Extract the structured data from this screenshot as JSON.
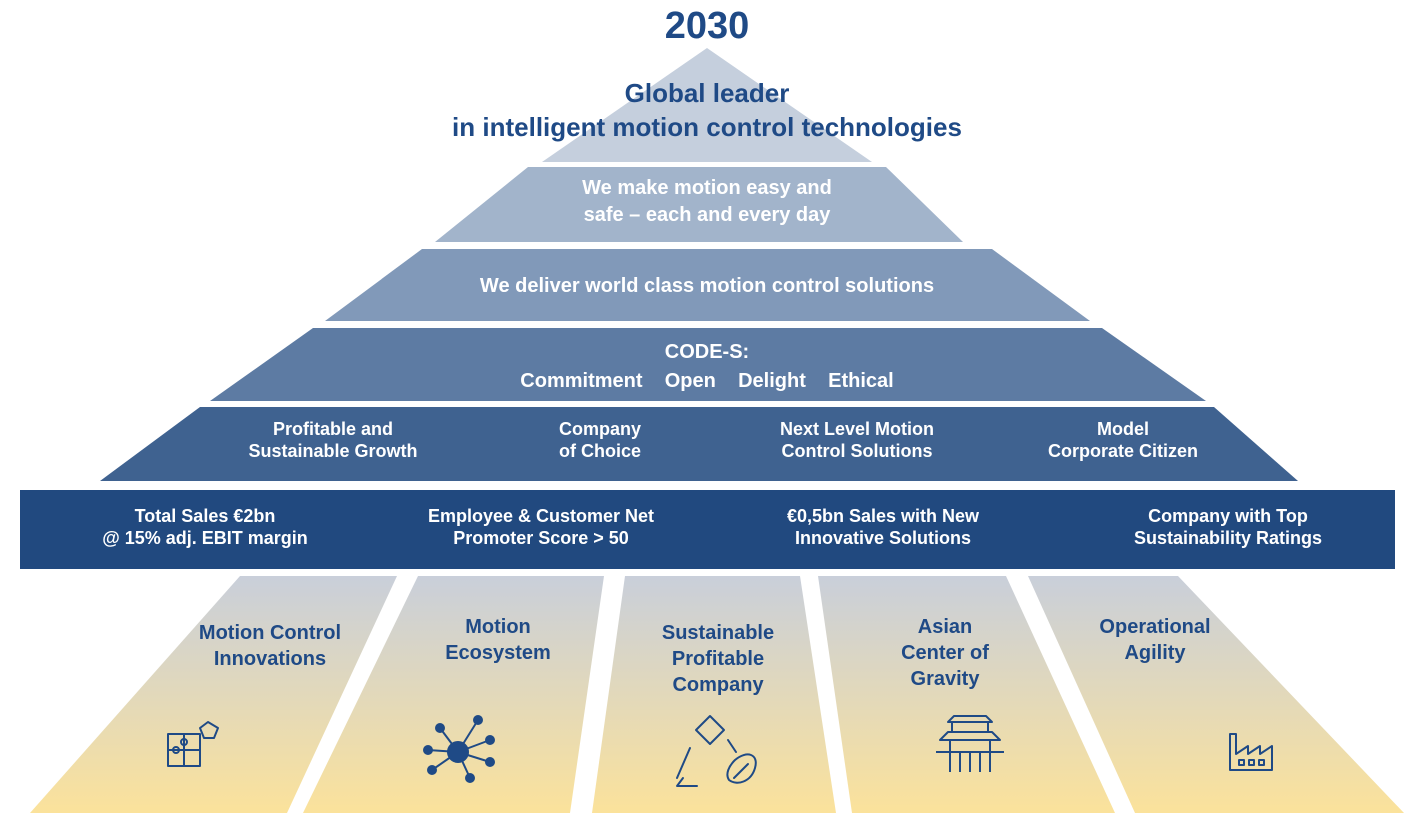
{
  "title": "2030",
  "vision": {
    "line1": "Global leader",
    "line2": "in intelligent motion control technologies"
  },
  "mission": {
    "line1": "We make motion easy and",
    "line2": "safe – each and every day"
  },
  "promise": "We deliver world class motion control solutions",
  "values": {
    "heading": "CODE-S:",
    "items": [
      "Commitment",
      "Open",
      "Delight",
      "Ethical"
    ]
  },
  "pillars": [
    {
      "line1": "Profitable and",
      "line2": "Sustainable Growth"
    },
    {
      "line1": "Company",
      "line2": "of Choice"
    },
    {
      "line1": "Next Level Motion",
      "line2": "Control Solutions"
    },
    {
      "line1": "Model",
      "line2": "Corporate Citizen"
    }
  ],
  "targets": [
    {
      "line1": "Total Sales €2bn",
      "line2": "@ 15% adj. EBIT margin"
    },
    {
      "line1": "Employee & Customer Net",
      "line2": "Promoter Score > 50"
    },
    {
      "line1": "€0,5bn Sales with New",
      "line2": "Innovative Solutions"
    },
    {
      "line1": "Company with Top",
      "line2": "Sustainability Ratings"
    }
  ],
  "foundations": [
    {
      "lines": [
        "Motion  Control",
        "Innovations"
      ],
      "icon": "puzzle-icon"
    },
    {
      "lines": [
        "Motion",
        "Ecosystem"
      ],
      "icon": "network-icon"
    },
    {
      "lines": [
        "Sustainable",
        "Profitable",
        "Company"
      ],
      "icon": "recycle-money-leaf-icon"
    },
    {
      "lines": [
        "Asian",
        "Center of",
        "Gravity"
      ],
      "icon": "pagoda-icon"
    },
    {
      "lines": [
        "Operational",
        "Agility"
      ],
      "icon": "factory-icon"
    }
  ],
  "colors": {
    "navy": "#1f4a86",
    "band": "#21497f",
    "tier1": "#c5cfdd",
    "tier2": "#a2b4cb",
    "tier3": "#8199b9",
    "tier4": "#5d7ba3",
    "tier5": "#3f6290",
    "foundation_top": "#c9cfda",
    "foundation_bottom": "#fbe29b"
  }
}
